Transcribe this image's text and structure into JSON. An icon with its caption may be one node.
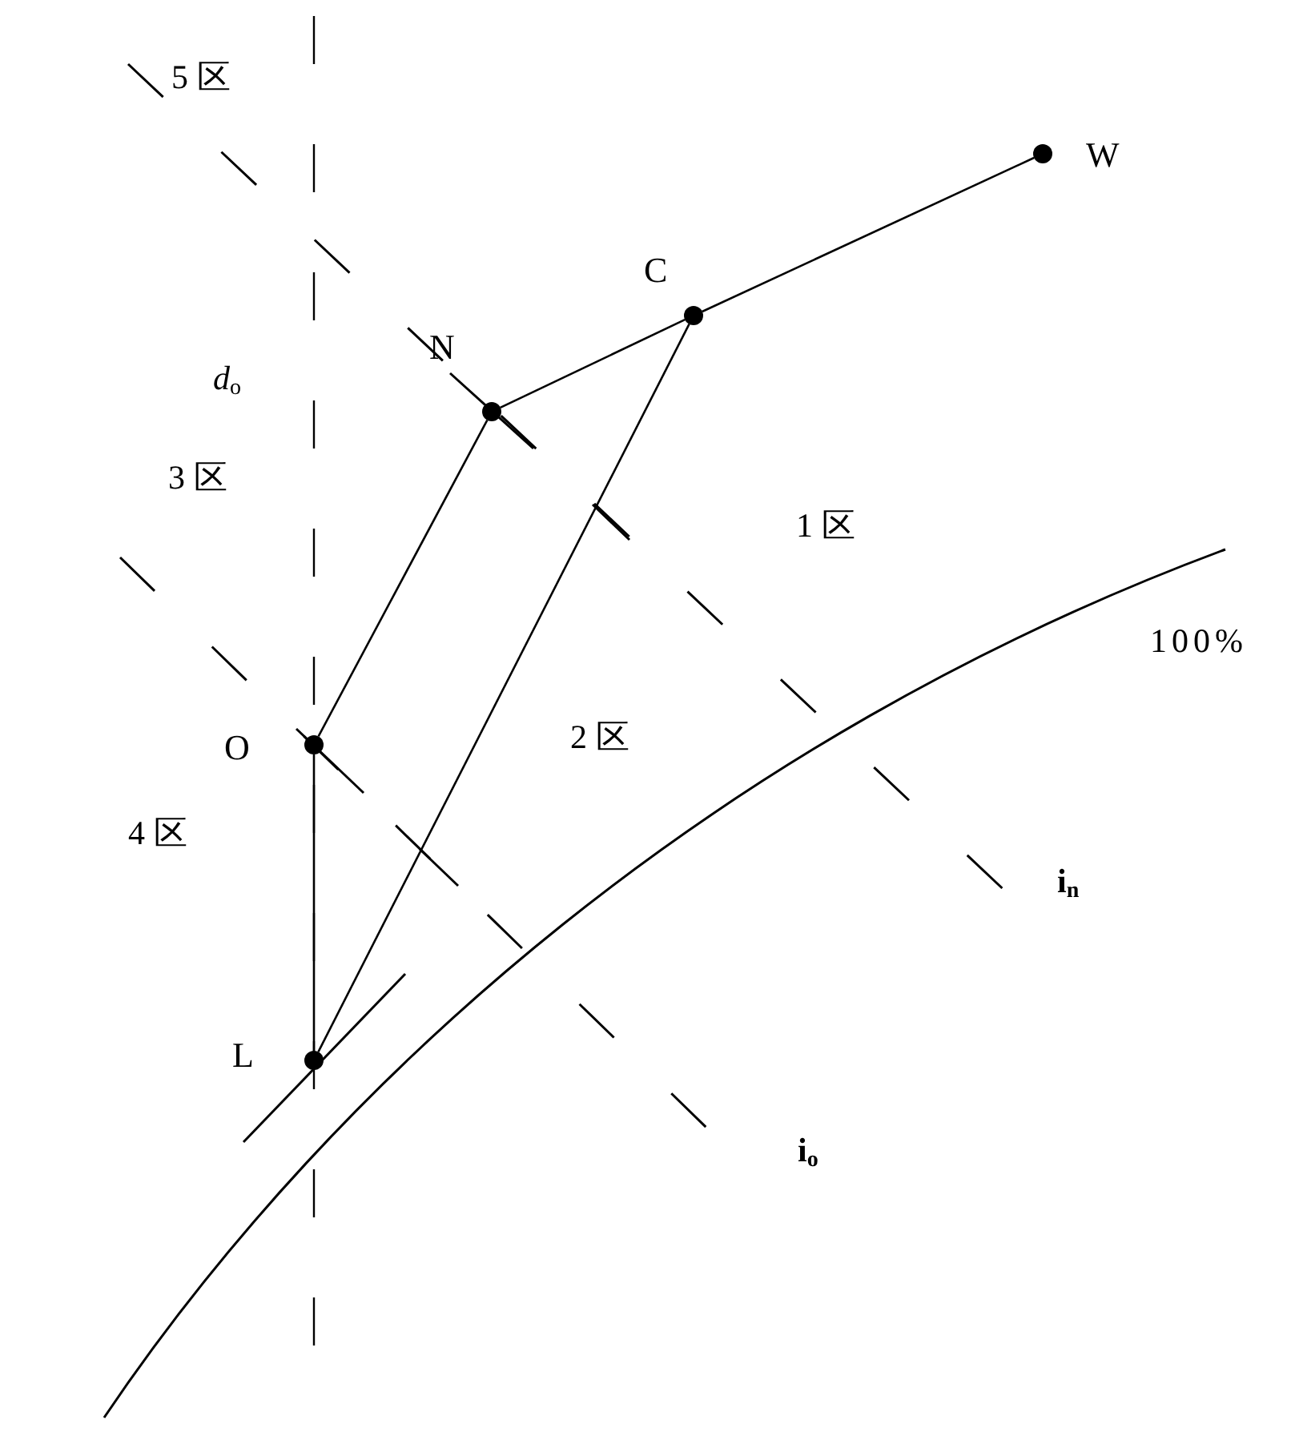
{
  "diagram": {
    "nodes": [
      {
        "text": [],
        "shape": "circle",
        "beside": [
          "W"
        ]
      },
      {
        "text": [],
        "shape": "circle",
        "beside": [
          "C"
        ]
      },
      {
        "text": [],
        "shape": "circle",
        "beside": [
          "N"
        ]
      },
      {
        "text": [],
        "shape": "circle",
        "beside": [
          "O"
        ]
      },
      {
        "text": [],
        "shape": "circle",
        "beside": [
          "L"
        ]
      }
    ],
    "edges": [
      {
        "from": 0,
        "to": 1,
        "arrow": "none"
      },
      {
        "from": 1,
        "to": 2,
        "arrow": "none"
      },
      {
        "from": 2,
        "to": 3,
        "arrow": "none"
      },
      {
        "from": 1,
        "to": 4,
        "arrow": "none"
      },
      {
        "from": 3,
        "to": 4,
        "arrow": "none"
      }
    ],
    "labels": [
      "5 区",
      "d$_{o}$",
      "3 区",
      "1 区",
      "100%",
      "2 区",
      "4 区",
      "i$_{n}$",
      "i$_{o}$"
    ]
  }
}
